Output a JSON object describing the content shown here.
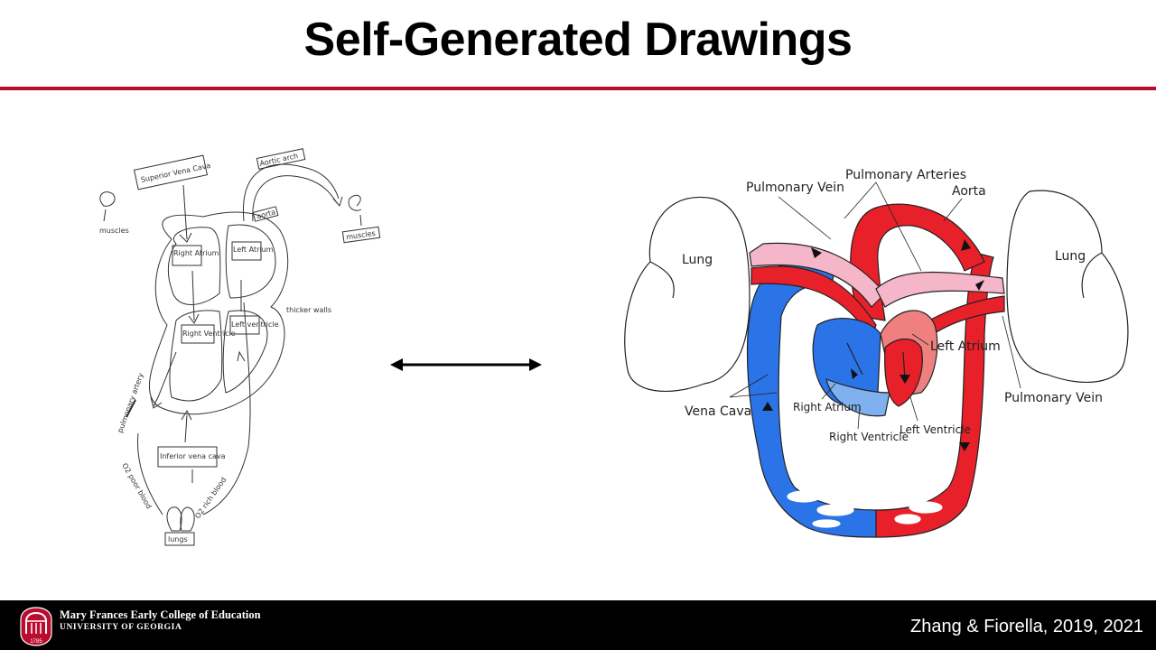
{
  "slide": {
    "title": "Self-Generated Drawings"
  },
  "student_sketch": {
    "labels": {
      "superior_vena_cava": "Superior Vena Cava",
      "aortic_arch": "Aortic arch",
      "aorta": "aorta",
      "right_atrium": "Right Atrium",
      "left_atrium": "Left Atrium",
      "right_ventricle": "Right Ventricle",
      "left_ventricle": "Left ventricle",
      "thicker_walls": "thicker walls",
      "pulmonary_artery": "pulmonary artery",
      "inferior_vena_cava": "Inferior vena cava",
      "lungs": "lungs",
      "muscles_left": "muscles",
      "muscles_right": "muscles",
      "o2_poor_blood": "O2 poor blood",
      "o2_rich_blood": "O2 rich blood"
    }
  },
  "double_arrow": {
    "icon": "double-headed-arrow-icon"
  },
  "heart_diagram": {
    "colors": {
      "oxygen_rich": "#e8202a",
      "oxygen_poor": "#2a74e8",
      "pulmonary_artery": "#f4b6c8"
    },
    "labels": {
      "lung_left": "Lung",
      "lung_right": "Lung",
      "pulmonary_vein_top": "Pulmonary Vein",
      "pulmonary_arteries": "Pulmonary Arteries",
      "aorta": "Aorta",
      "left_atrium": "Left Atrium",
      "pulmonary_vein_right": "Pulmonary Vein",
      "vena_cava": "Vena Cava",
      "right_atrium": "Right Atrium",
      "right_ventricle": "Right Ventricle",
      "left_ventricle": "Left Ventricle"
    }
  },
  "footer": {
    "org_name": "Mary Frances Early College of Education",
    "org_sub": "UNIVERSITY OF GEORGIA",
    "logo_year": "1785",
    "citation": "Zhang & Fiorella, 2019, 2021",
    "colors": {
      "background": "#000000",
      "logo": "#ba0c2f",
      "rule": "#ba0c2f"
    }
  }
}
